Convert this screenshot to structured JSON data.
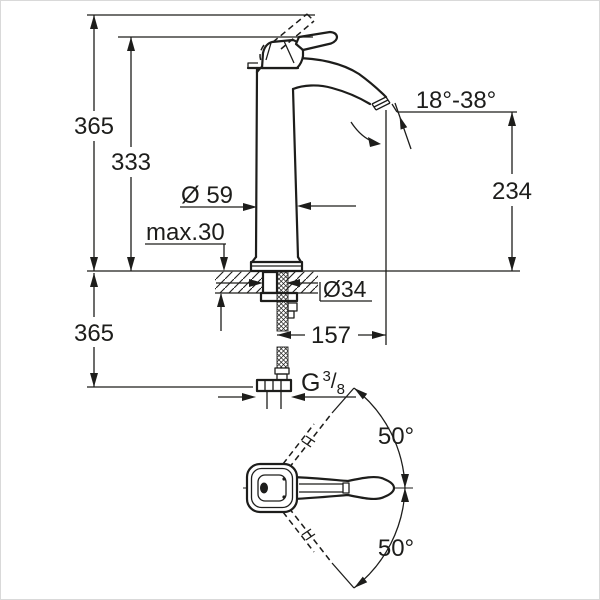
{
  "title": "Single-lever basin mixer technical dimension drawing",
  "colors": {
    "background": "#ffffff",
    "line": "#1d1d1b",
    "frame": "#d9d9d9"
  },
  "labels": {
    "total_height": "365",
    "body_height": "333",
    "base_diameter": "Ø 59",
    "counter_thickness": "max.30",
    "hole_diameter": "Ø34",
    "aerator_angle": "18°-38°",
    "outlet_height": "234",
    "spout_reach": "157",
    "hose_length": "365",
    "thread": {
      "prefix": "G",
      "numerator": "3",
      "slash": "/",
      "denominator": "8"
    },
    "swing_upper": "50°",
    "swing_lower": "50°"
  }
}
